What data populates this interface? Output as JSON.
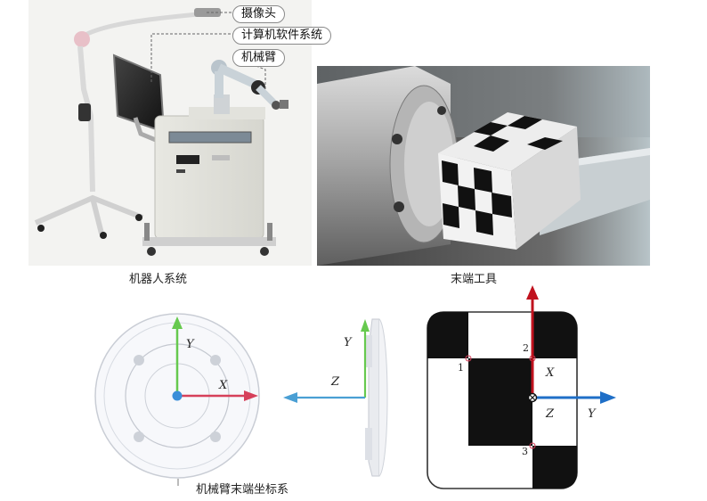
{
  "callouts": {
    "camera": "摄像头",
    "software": "计算机软件系统",
    "arm": "机械臂"
  },
  "captions": {
    "robot_system": "机器人系统",
    "end_tool": "末端工具",
    "flange_frame": "机械臂末端坐标系"
  },
  "flange_axes": {
    "y": "Y",
    "x": "X"
  },
  "side_axes": {
    "y": "Y",
    "z": "Z"
  },
  "marker_axes": {
    "x": "X",
    "z": "Z",
    "y": "Y"
  },
  "marker_points": [
    "1",
    "2",
    "3"
  ],
  "colors": {
    "x_axis": "#d6405a",
    "y_axis": "#66c94e",
    "z_axis": "#4a9fd4",
    "origin": "#3b8fd9",
    "red_axis": "#c0121e",
    "blue_axis": "#1f6fc7"
  }
}
